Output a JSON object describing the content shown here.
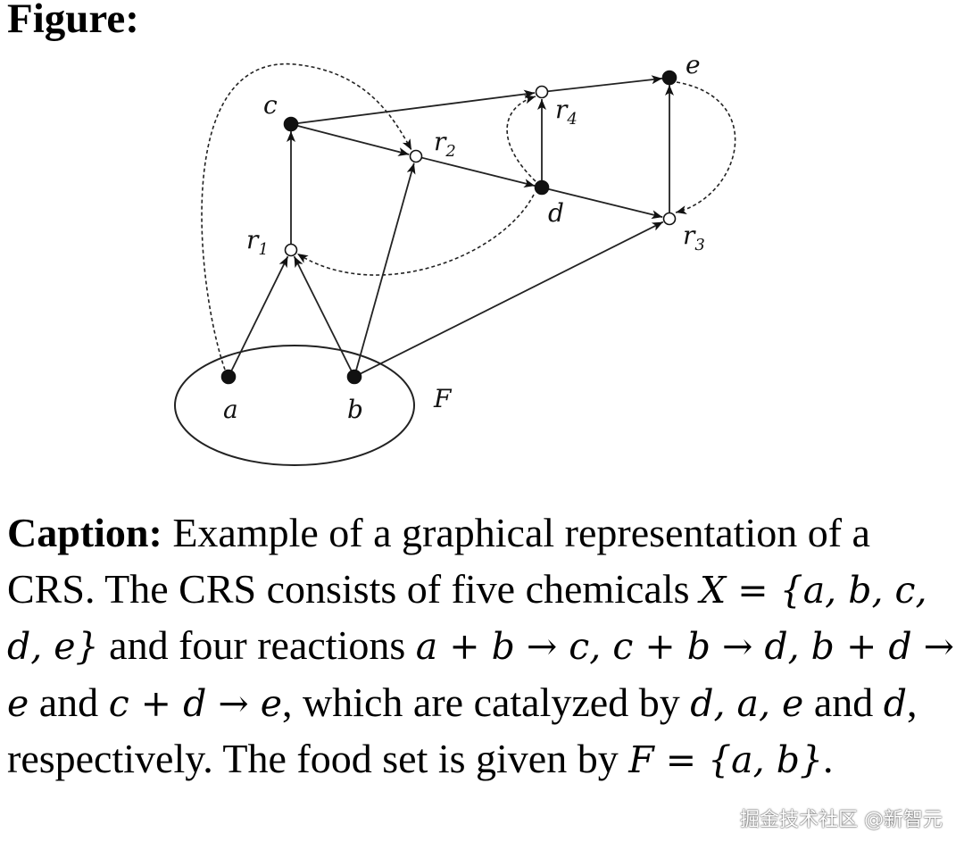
{
  "heading": "Figure:",
  "diagram": {
    "nodes": [
      {
        "id": "a",
        "label": "a",
        "kind": "chemical"
      },
      {
        "id": "b",
        "label": "b",
        "kind": "chemical"
      },
      {
        "id": "c",
        "label": "c",
        "kind": "chemical"
      },
      {
        "id": "d",
        "label": "d",
        "kind": "chemical"
      },
      {
        "id": "e",
        "label": "e",
        "kind": "chemical"
      },
      {
        "id": "r1",
        "label": "r",
        "sub": "1",
        "kind": "reaction"
      },
      {
        "id": "r2",
        "label": "r",
        "sub": "2",
        "kind": "reaction"
      },
      {
        "id": "r3",
        "label": "r",
        "sub": "3",
        "kind": "reaction"
      },
      {
        "id": "r4",
        "label": "r",
        "sub": "4",
        "kind": "reaction"
      }
    ],
    "food_set_label": "F",
    "edges": [
      {
        "from": "a",
        "to": "r1",
        "style": "solid"
      },
      {
        "from": "b",
        "to": "r1",
        "style": "solid"
      },
      {
        "from": "r1",
        "to": "c",
        "style": "solid"
      },
      {
        "from": "c",
        "to": "r2",
        "style": "solid"
      },
      {
        "from": "b",
        "to": "r2",
        "style": "solid"
      },
      {
        "from": "r2",
        "to": "d",
        "style": "solid"
      },
      {
        "from": "b",
        "to": "r3",
        "style": "solid"
      },
      {
        "from": "d",
        "to": "r3",
        "style": "solid"
      },
      {
        "from": "r3",
        "to": "e",
        "style": "solid"
      },
      {
        "from": "c",
        "to": "r4",
        "style": "solid"
      },
      {
        "from": "d",
        "to": "r4",
        "style": "solid"
      },
      {
        "from": "r4",
        "to": "e",
        "style": "solid"
      },
      {
        "from": "d",
        "to": "r1",
        "style": "dashed"
      },
      {
        "from": "a",
        "to": "r2",
        "style": "dashed"
      },
      {
        "from": "e",
        "to": "r3",
        "style": "dashed"
      },
      {
        "from": "d",
        "to": "r4",
        "style": "dashed"
      }
    ]
  },
  "caption": {
    "lead": "Caption:",
    "t1": " Example of a graphical representation of a CRS. The CRS consists of five chemicals ",
    "m1": "X = {a, b, c, d, e}",
    "t2": " and four reactions ",
    "m2": "a + b → c, c + b → d, b + d → e",
    "t3": " and ",
    "m3": "c + d → e",
    "t4": ", which are catalyzed by ",
    "m4": "d, a, e",
    "t5": " and ",
    "m5": "d",
    "t6": ", respectively. The food set is given by ",
    "m6": "F = {a, b}",
    "t7": "."
  },
  "watermark": "掘金技术社区 @新智元"
}
